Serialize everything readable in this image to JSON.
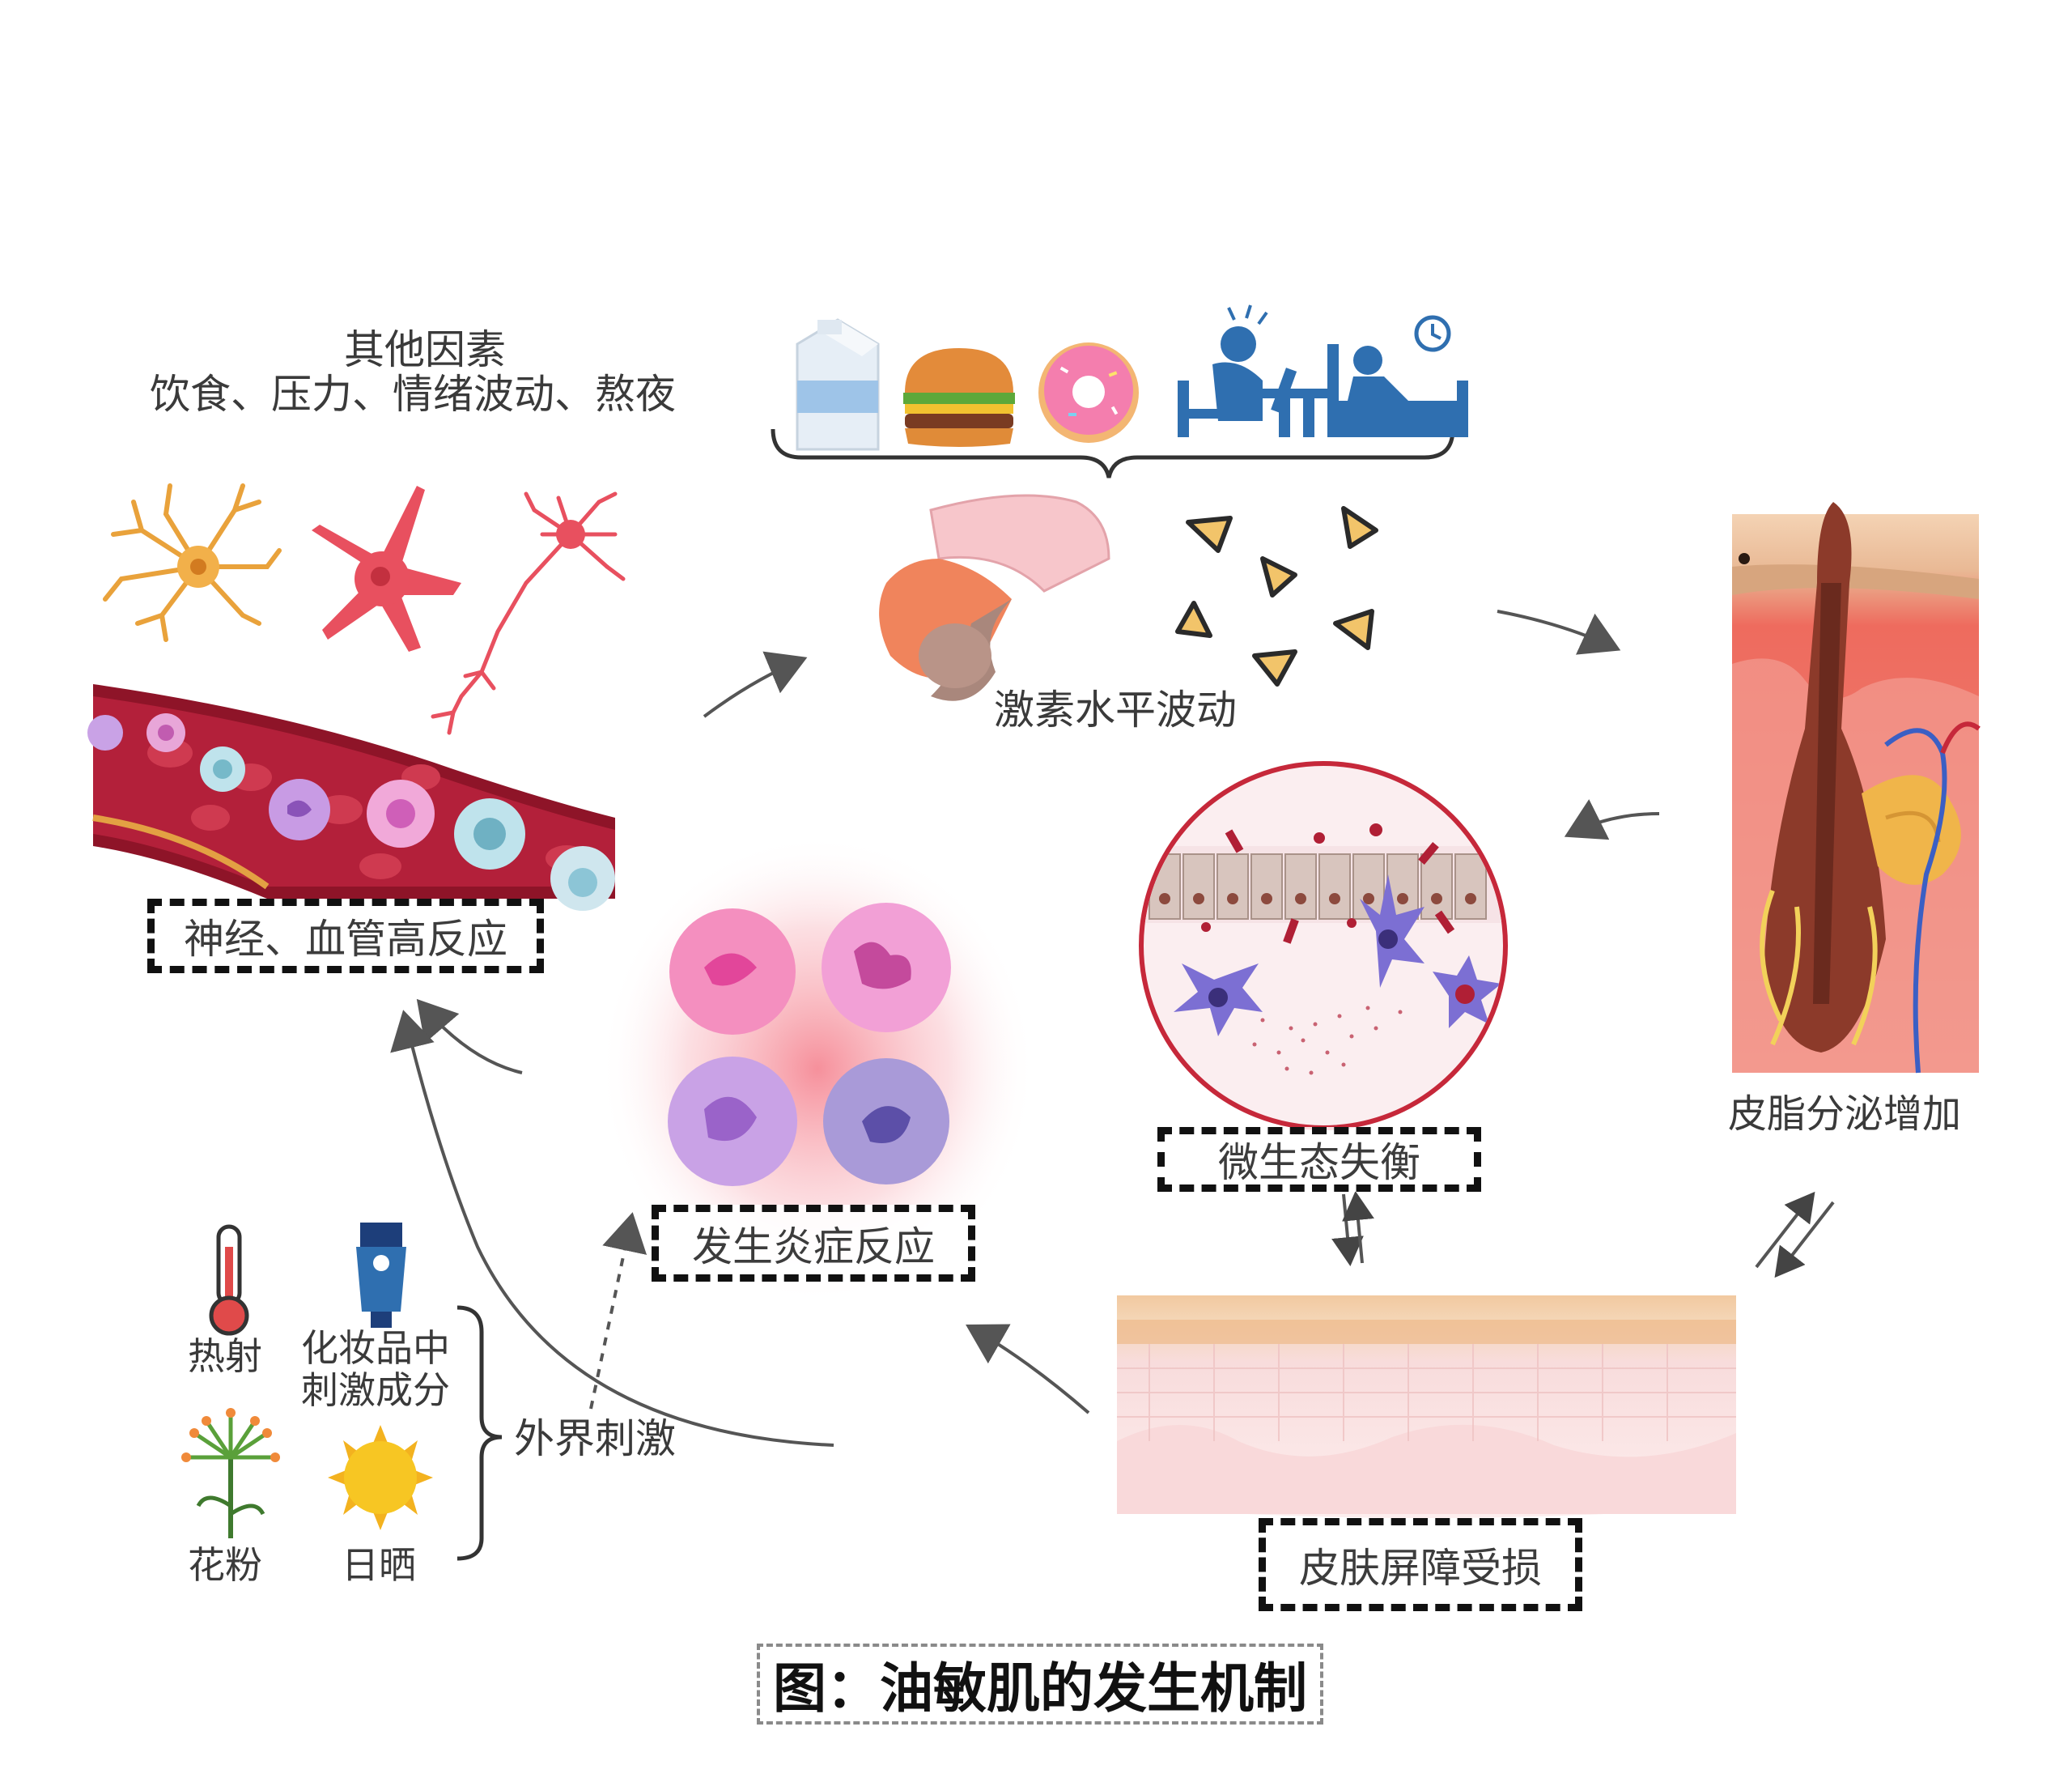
{
  "other_factors": {
    "title": "其他因素",
    "items": "饮食、压力、情绪波动、熬夜"
  },
  "labels": {
    "hormone": "激素水平波动",
    "sebum": "皮脂分泌增加",
    "external": "外界刺激"
  },
  "boxes": {
    "neuro_vascular": "神经、血管高反应",
    "inflammation": "发生炎症反应",
    "microbiome": "微生态失衡",
    "barrier": "皮肤屏障受损"
  },
  "stimuli": {
    "heat": "热射",
    "cosmetic_line1": "化妆品中",
    "cosmetic_line2": "刺激成分",
    "pollen": "花粉",
    "sun": "日晒"
  },
  "caption": "图：油敏肌的发生机制",
  "colors": {
    "blood": "#b3203a",
    "neuron_orange": "#e9a23b",
    "neuron_red": "#e8505f",
    "inflammation_glow": "#f36b7a",
    "circle_border": "#c6283a",
    "icon_blue": "#2f6fb0",
    "skin_pink": "#f6d2cf"
  }
}
